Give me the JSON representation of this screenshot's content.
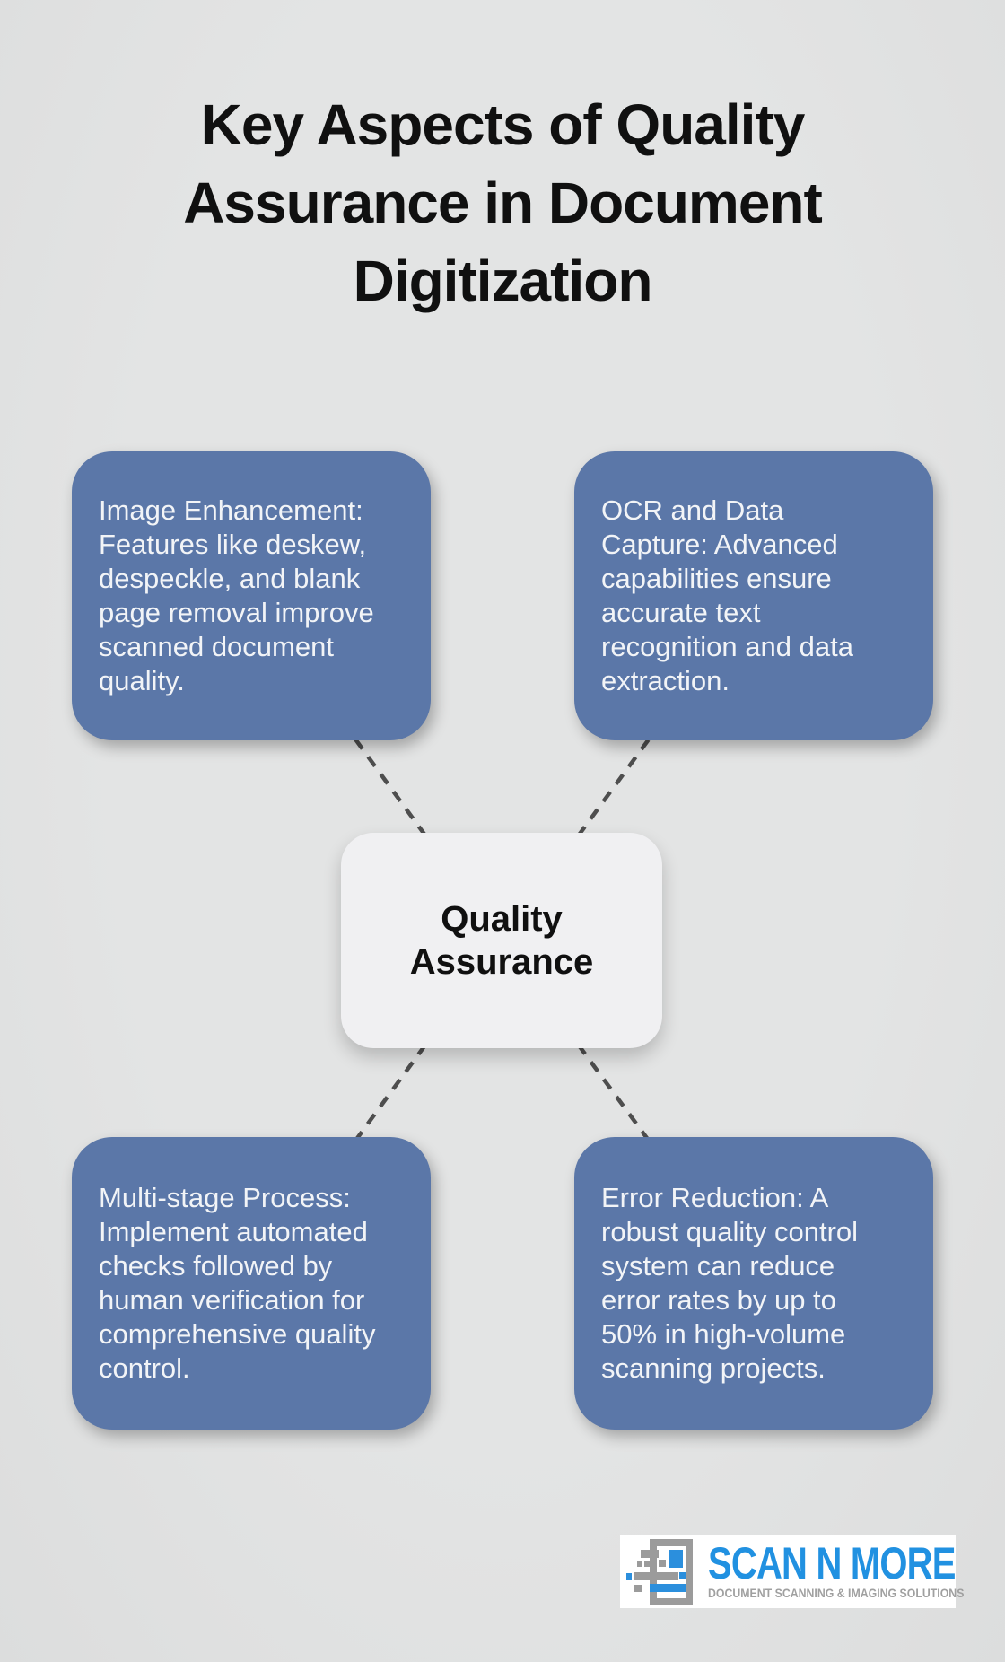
{
  "title": "Key Aspects of Quality\nAssurance in Document\nDigitization",
  "center": {
    "label": "Quality\nAssurance"
  },
  "nodes": [
    {
      "id": "image-enhancement",
      "text": "Image Enhancement:\nFeatures like deskew,\ndespeckle, and blank\npage removal improve\nscanned document\nquality."
    },
    {
      "id": "ocr-data-capture",
      "text": "OCR and Data\nCapture: Advanced\ncapabilities ensure\naccurate text\nrecognition and data\nextraction."
    },
    {
      "id": "multi-stage-process",
      "text": "Multi-stage Process:\nImplement automated\nchecks followed by\nhuman verification for\ncomprehensive quality\ncontrol."
    },
    {
      "id": "error-reduction",
      "text": "Error Reduction: A\nrobust quality control\nsystem can reduce\nerror rates by up to\n50% in high-volume\nscanning projects."
    }
  ],
  "logo": {
    "name": "SCAN N MORE",
    "tagline": "DOCUMENT SCANNING & IMAGING SOLUTIONS"
  },
  "colors": {
    "background": "#e0e1e1",
    "node_blue": "#5b77a8",
    "node_text": "#f2f4f7",
    "center_bg": "#f0f0f2",
    "connector_gray": "#4e4e4e",
    "logo_blue": "#2191e1",
    "logo_gray": "#a0a0a0"
  }
}
